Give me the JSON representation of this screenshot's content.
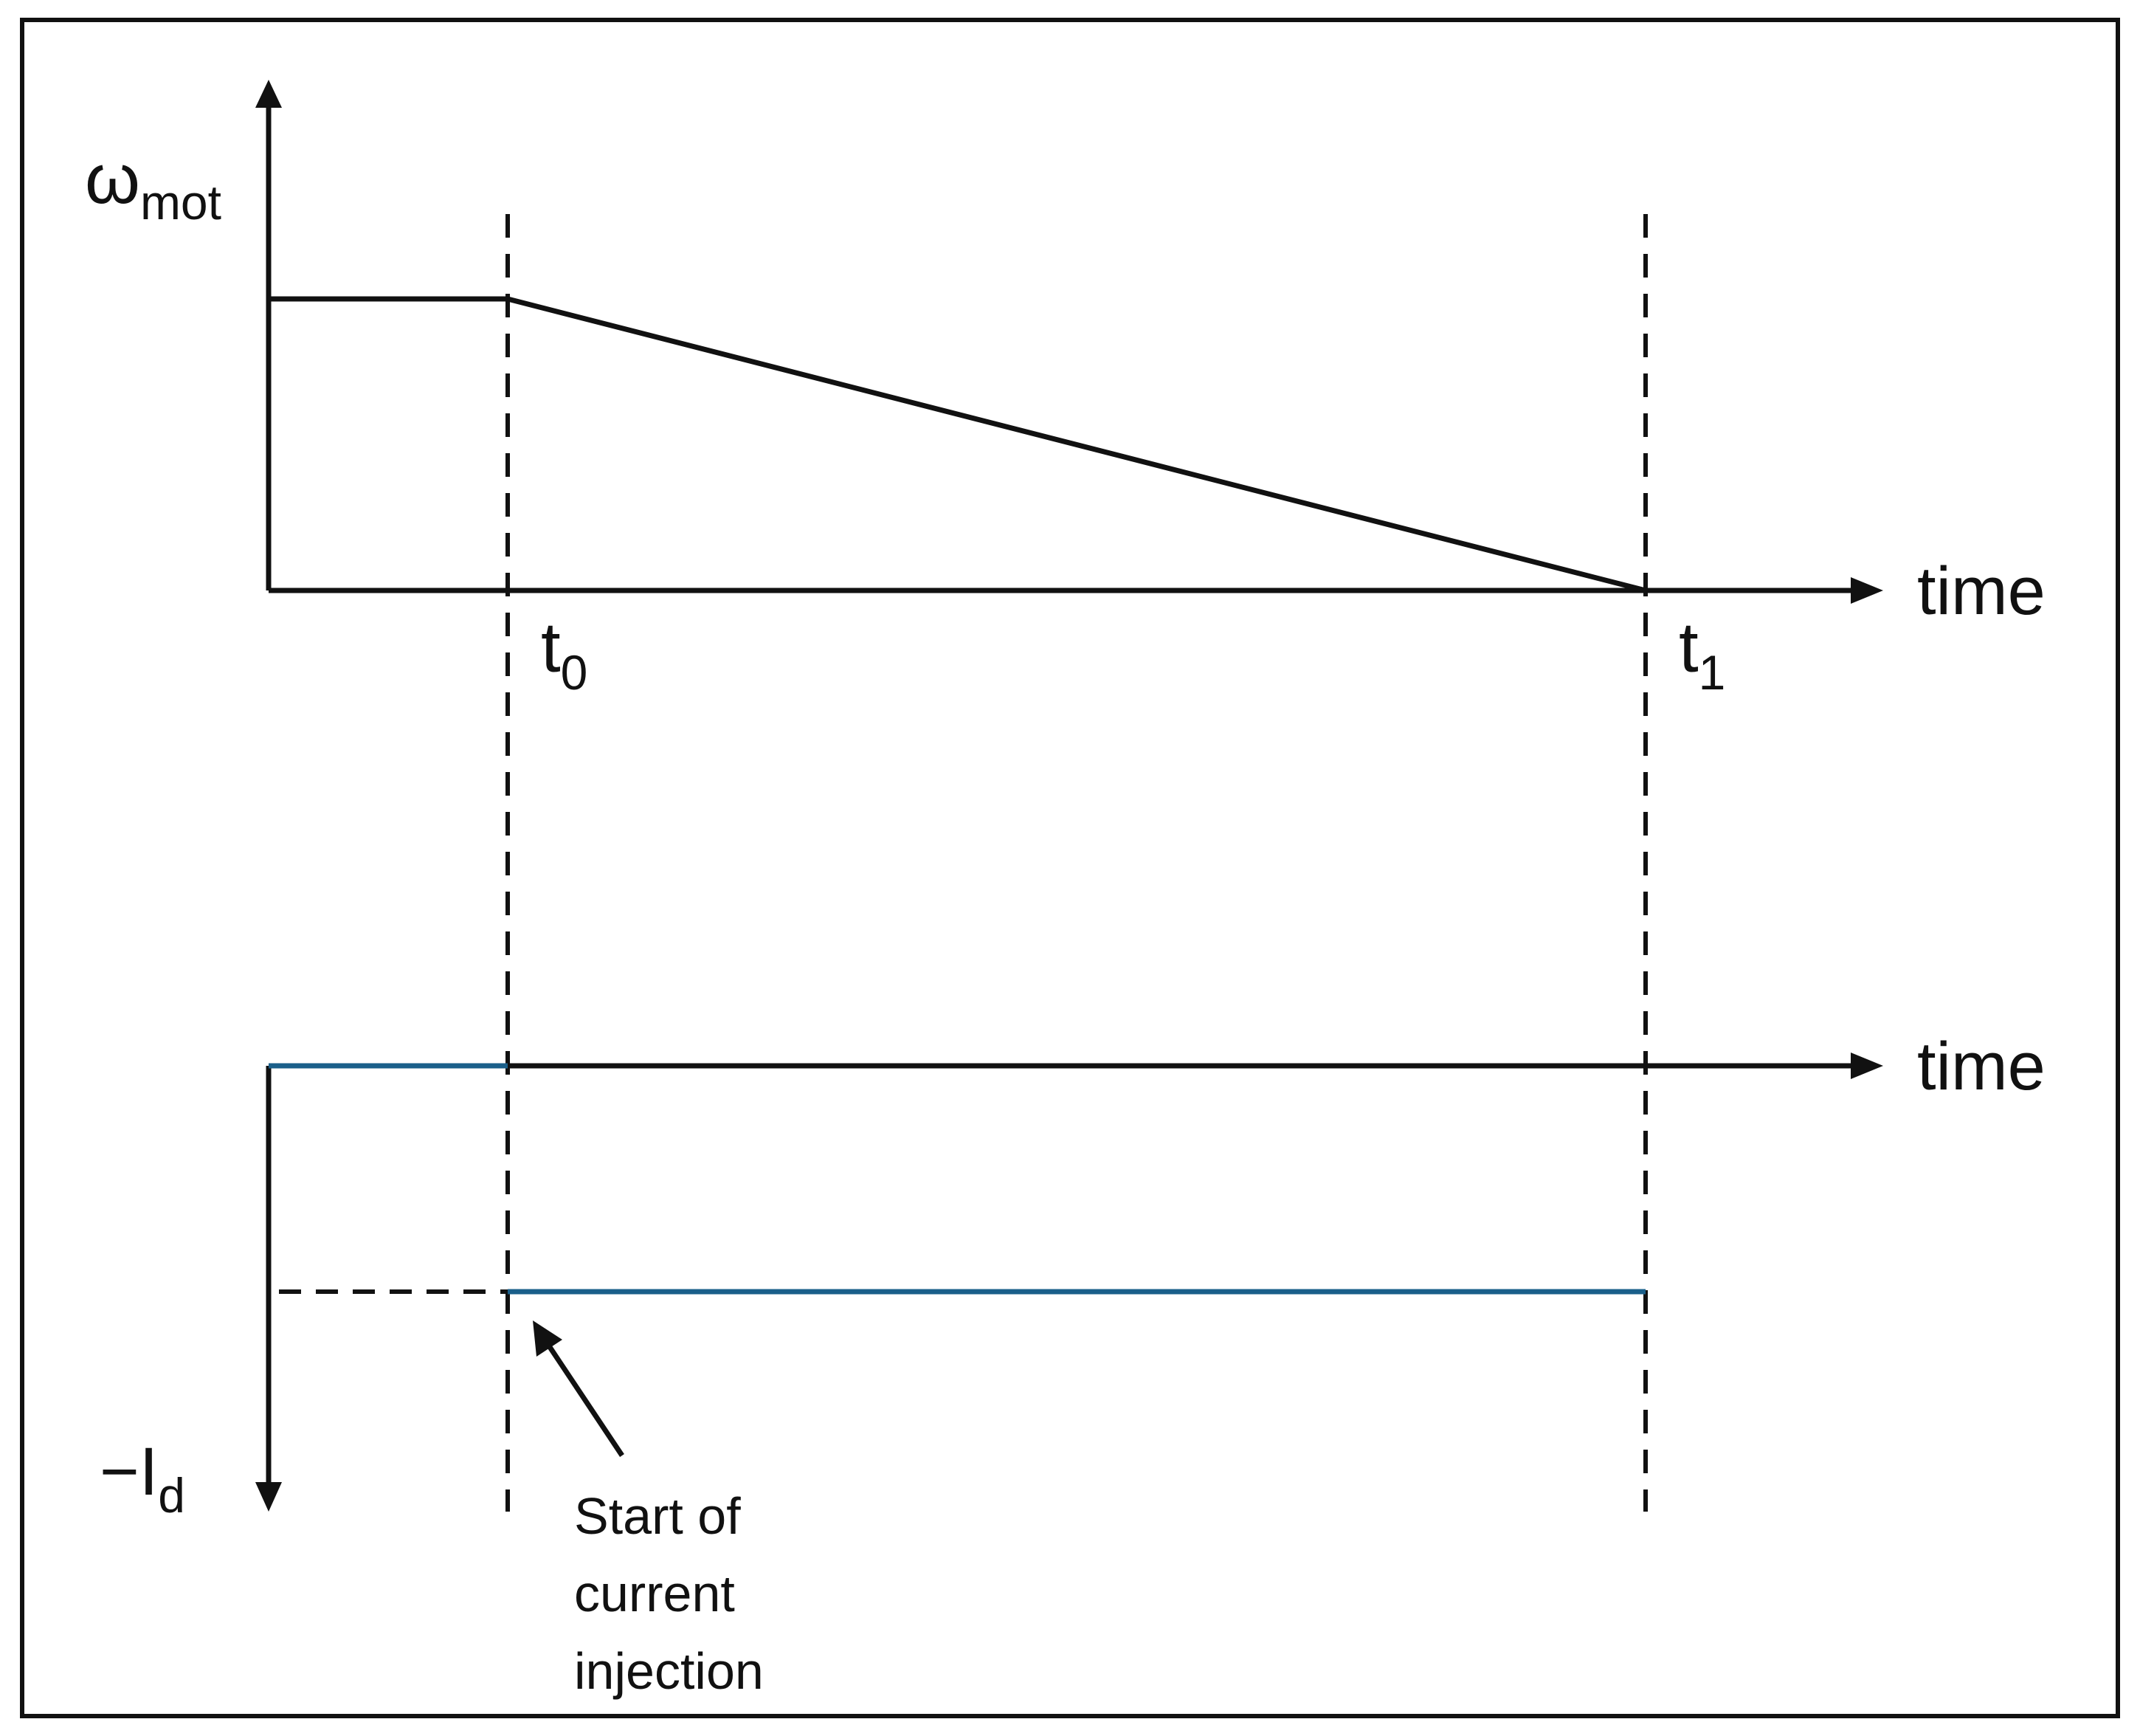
{
  "colors": {
    "line": "#111111",
    "current": "#1a5f8a",
    "frame": "#111111",
    "background": "#ffffff"
  },
  "top_plot": {
    "y_label_main": "ω",
    "y_label_sub": "mot",
    "x_label": "time",
    "curve": "speed held constant until t0, then decreases linearly to zero at t1"
  },
  "bottom_plot": {
    "y_label_main": "−I",
    "y_label_sub": "d",
    "x_label": "time",
    "curve": "zero until t0, then stepped to a constant negative d-axis current until t1"
  },
  "markers": {
    "t0_main": "t",
    "t0_sub": "0",
    "t1_main": "t",
    "t1_sub": "1"
  },
  "annotation": {
    "line1": "Start of",
    "line2": "current",
    "line3": "injection"
  }
}
